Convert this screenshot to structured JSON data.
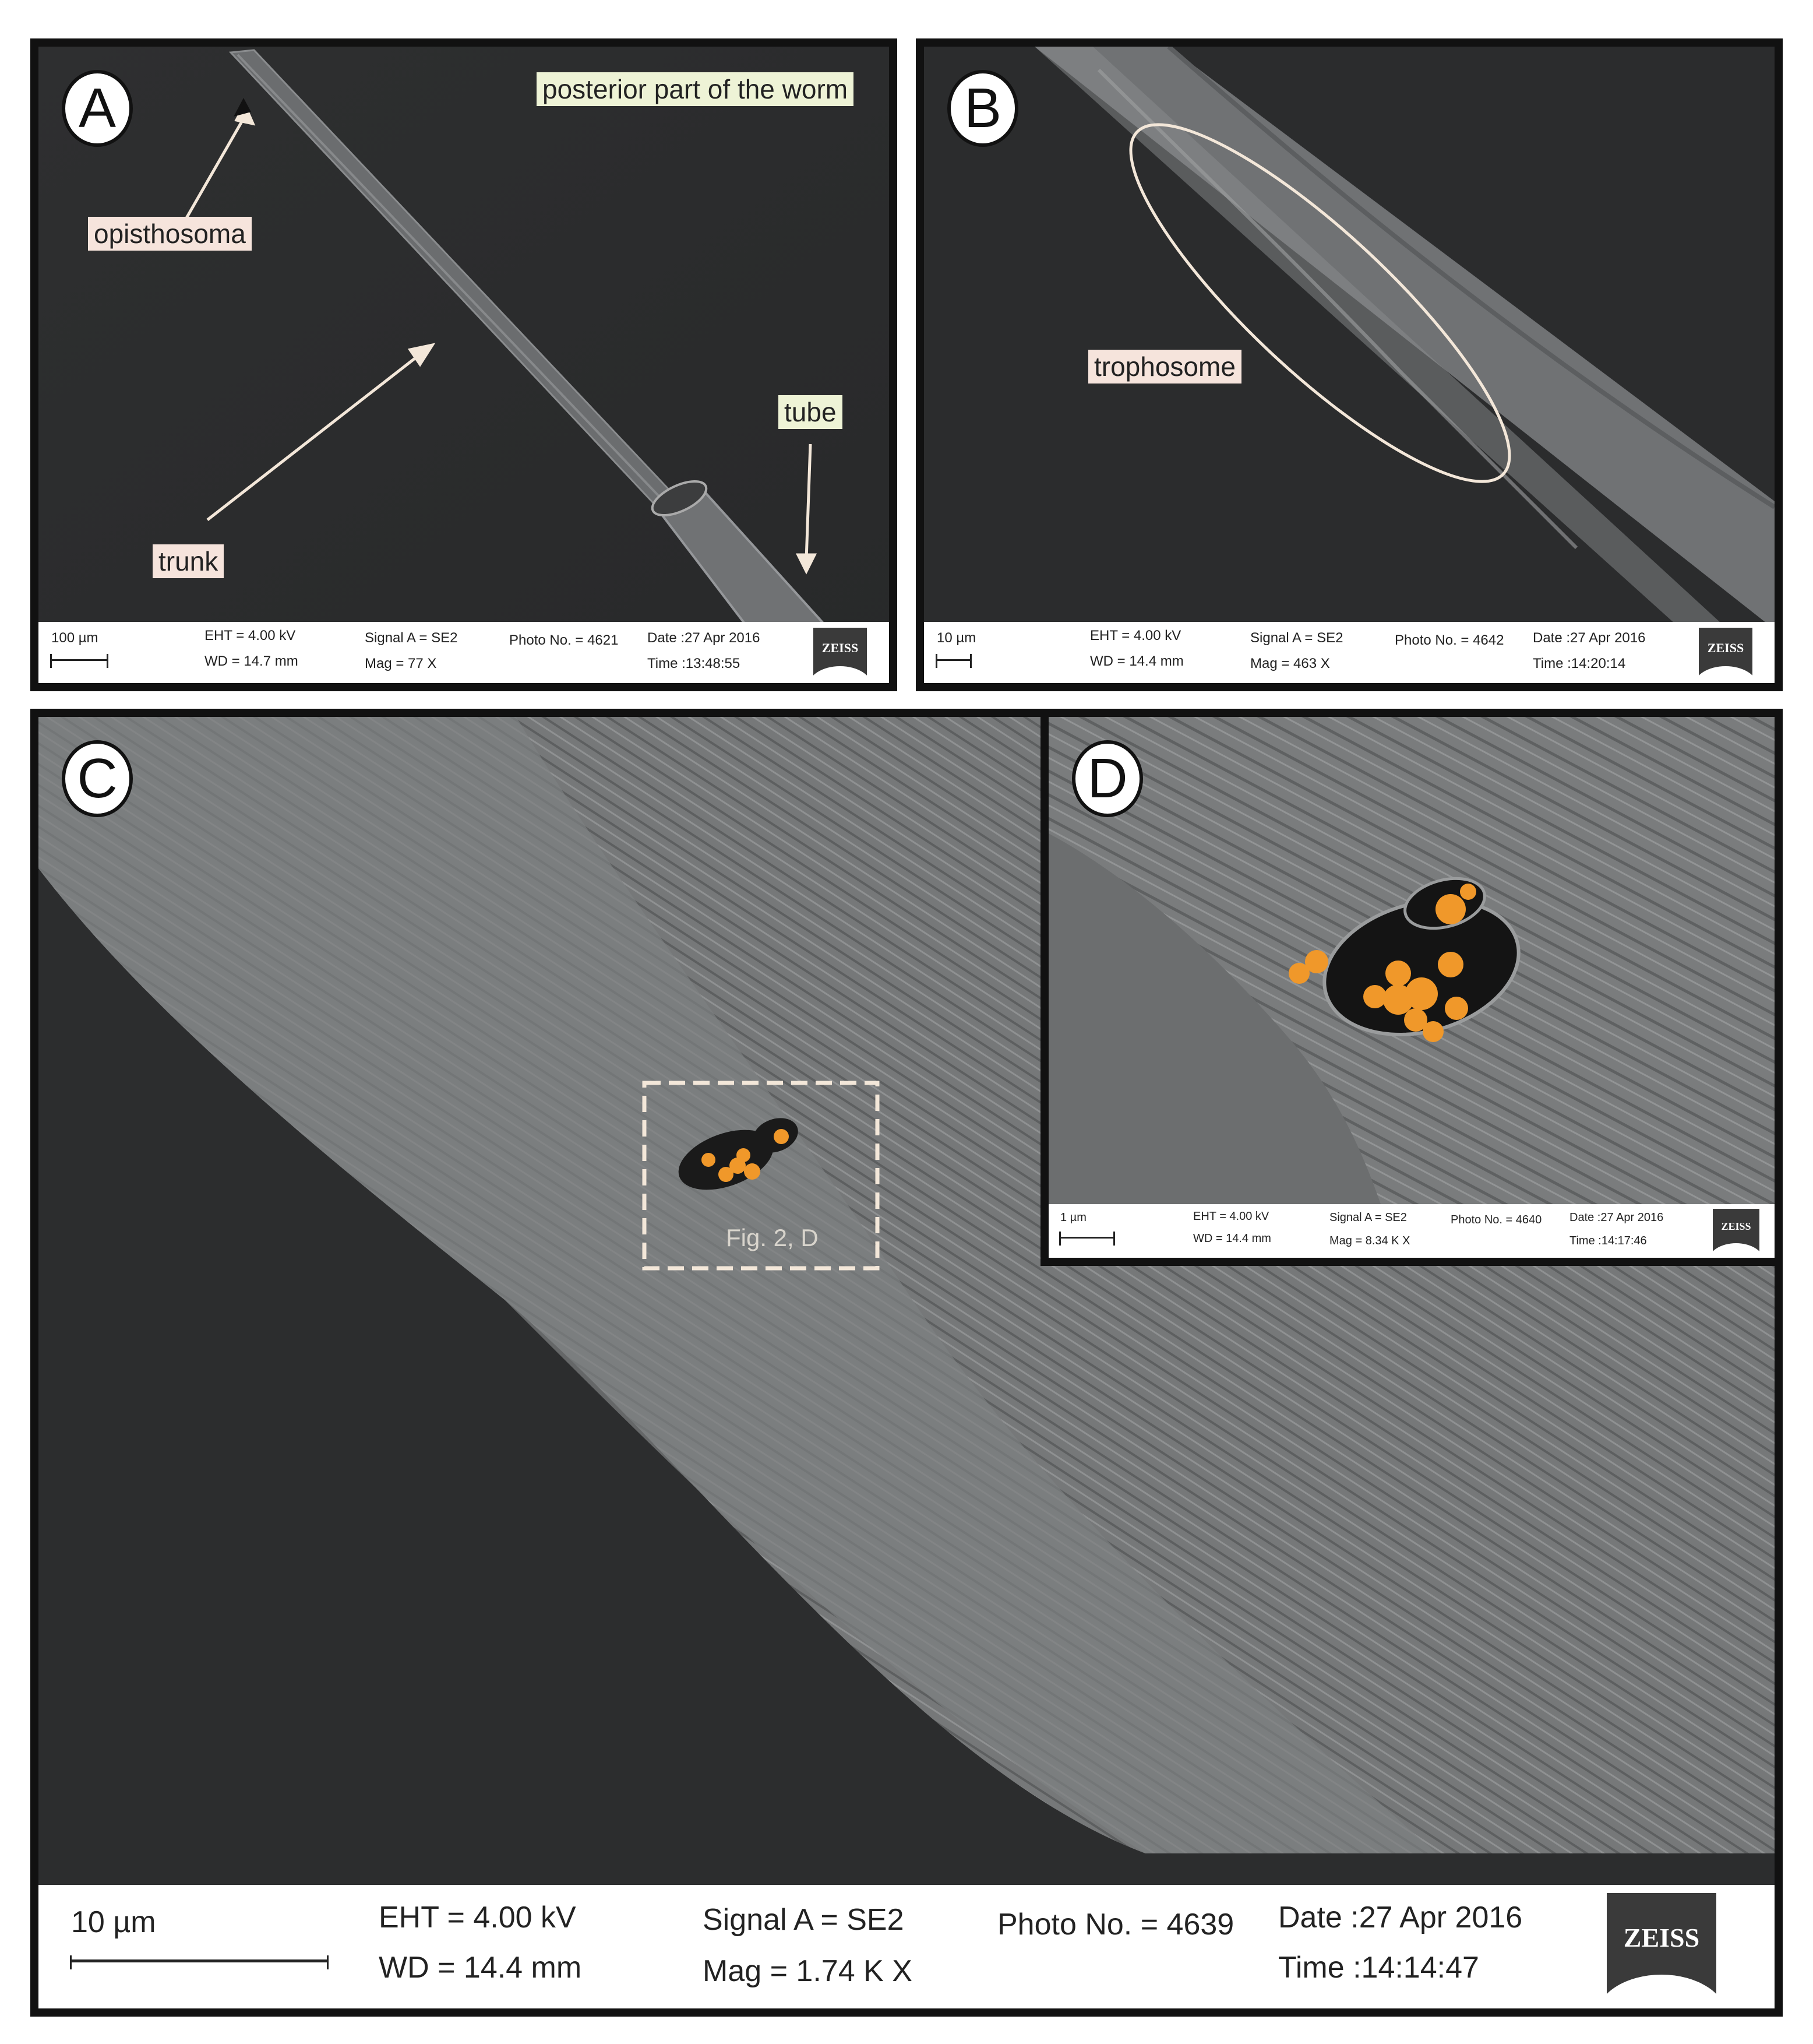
{
  "colors": {
    "frame": "#111111",
    "bacteria": "#f0982a",
    "tag_green": "#eef3d6",
    "tag_pink": "#f6e4dc"
  },
  "panels": {
    "A": {
      "letter": "A",
      "labels": {
        "title": "posterior part of the worm",
        "opisthosoma": "opisthosoma",
        "trunk": "trunk",
        "tube": "tube"
      },
      "meta": {
        "scale": "100 µm",
        "eht": "EHT =  4.00 kV",
        "wd": "WD = 14.7 mm",
        "signal": "Signal A = SE2",
        "mag": "Mag =    77 X",
        "photo": "Photo No. = 4621",
        "date": "Date :27 Apr 2016",
        "time": "Time :13:48:55",
        "brand": "ZEISS"
      }
    },
    "B": {
      "letter": "B",
      "labels": {
        "trophosome": "trophosome"
      },
      "meta": {
        "scale": "10 µm",
        "eht": "EHT =  4.00 kV",
        "wd": "WD = 14.4 mm",
        "signal": "Signal A = SE2",
        "mag": "Mag =    463 X",
        "photo": "Photo No. = 4642",
        "date": "Date :27 Apr 2016",
        "time": "Time :14:20:14",
        "brand": "ZEISS"
      }
    },
    "C": {
      "letter": "C",
      "labels": {
        "inset_ref": "Fig. 2, D"
      },
      "meta": {
        "scale": "10 µm",
        "eht": "EHT =  4.00 kV",
        "wd": "WD = 14.4 mm",
        "signal": "Signal A = SE2",
        "mag": "Mag =    1.74 K X",
        "photo": "Photo No. = 4639",
        "date": "Date :27 Apr 2016",
        "time": "Time :14:14:47",
        "brand": "ZEISS"
      }
    },
    "D": {
      "letter": "D",
      "meta": {
        "scale": "1 µm",
        "eht": "EHT =  4.00 kV",
        "wd": "WD = 14.4 mm",
        "signal": "Signal A = SE2",
        "mag": "Mag =   8.34 K X",
        "photo": "Photo No. = 4640",
        "date": "Date :27 Apr 2016",
        "time": "Time :14:17:46",
        "brand": "ZEISS"
      }
    }
  }
}
